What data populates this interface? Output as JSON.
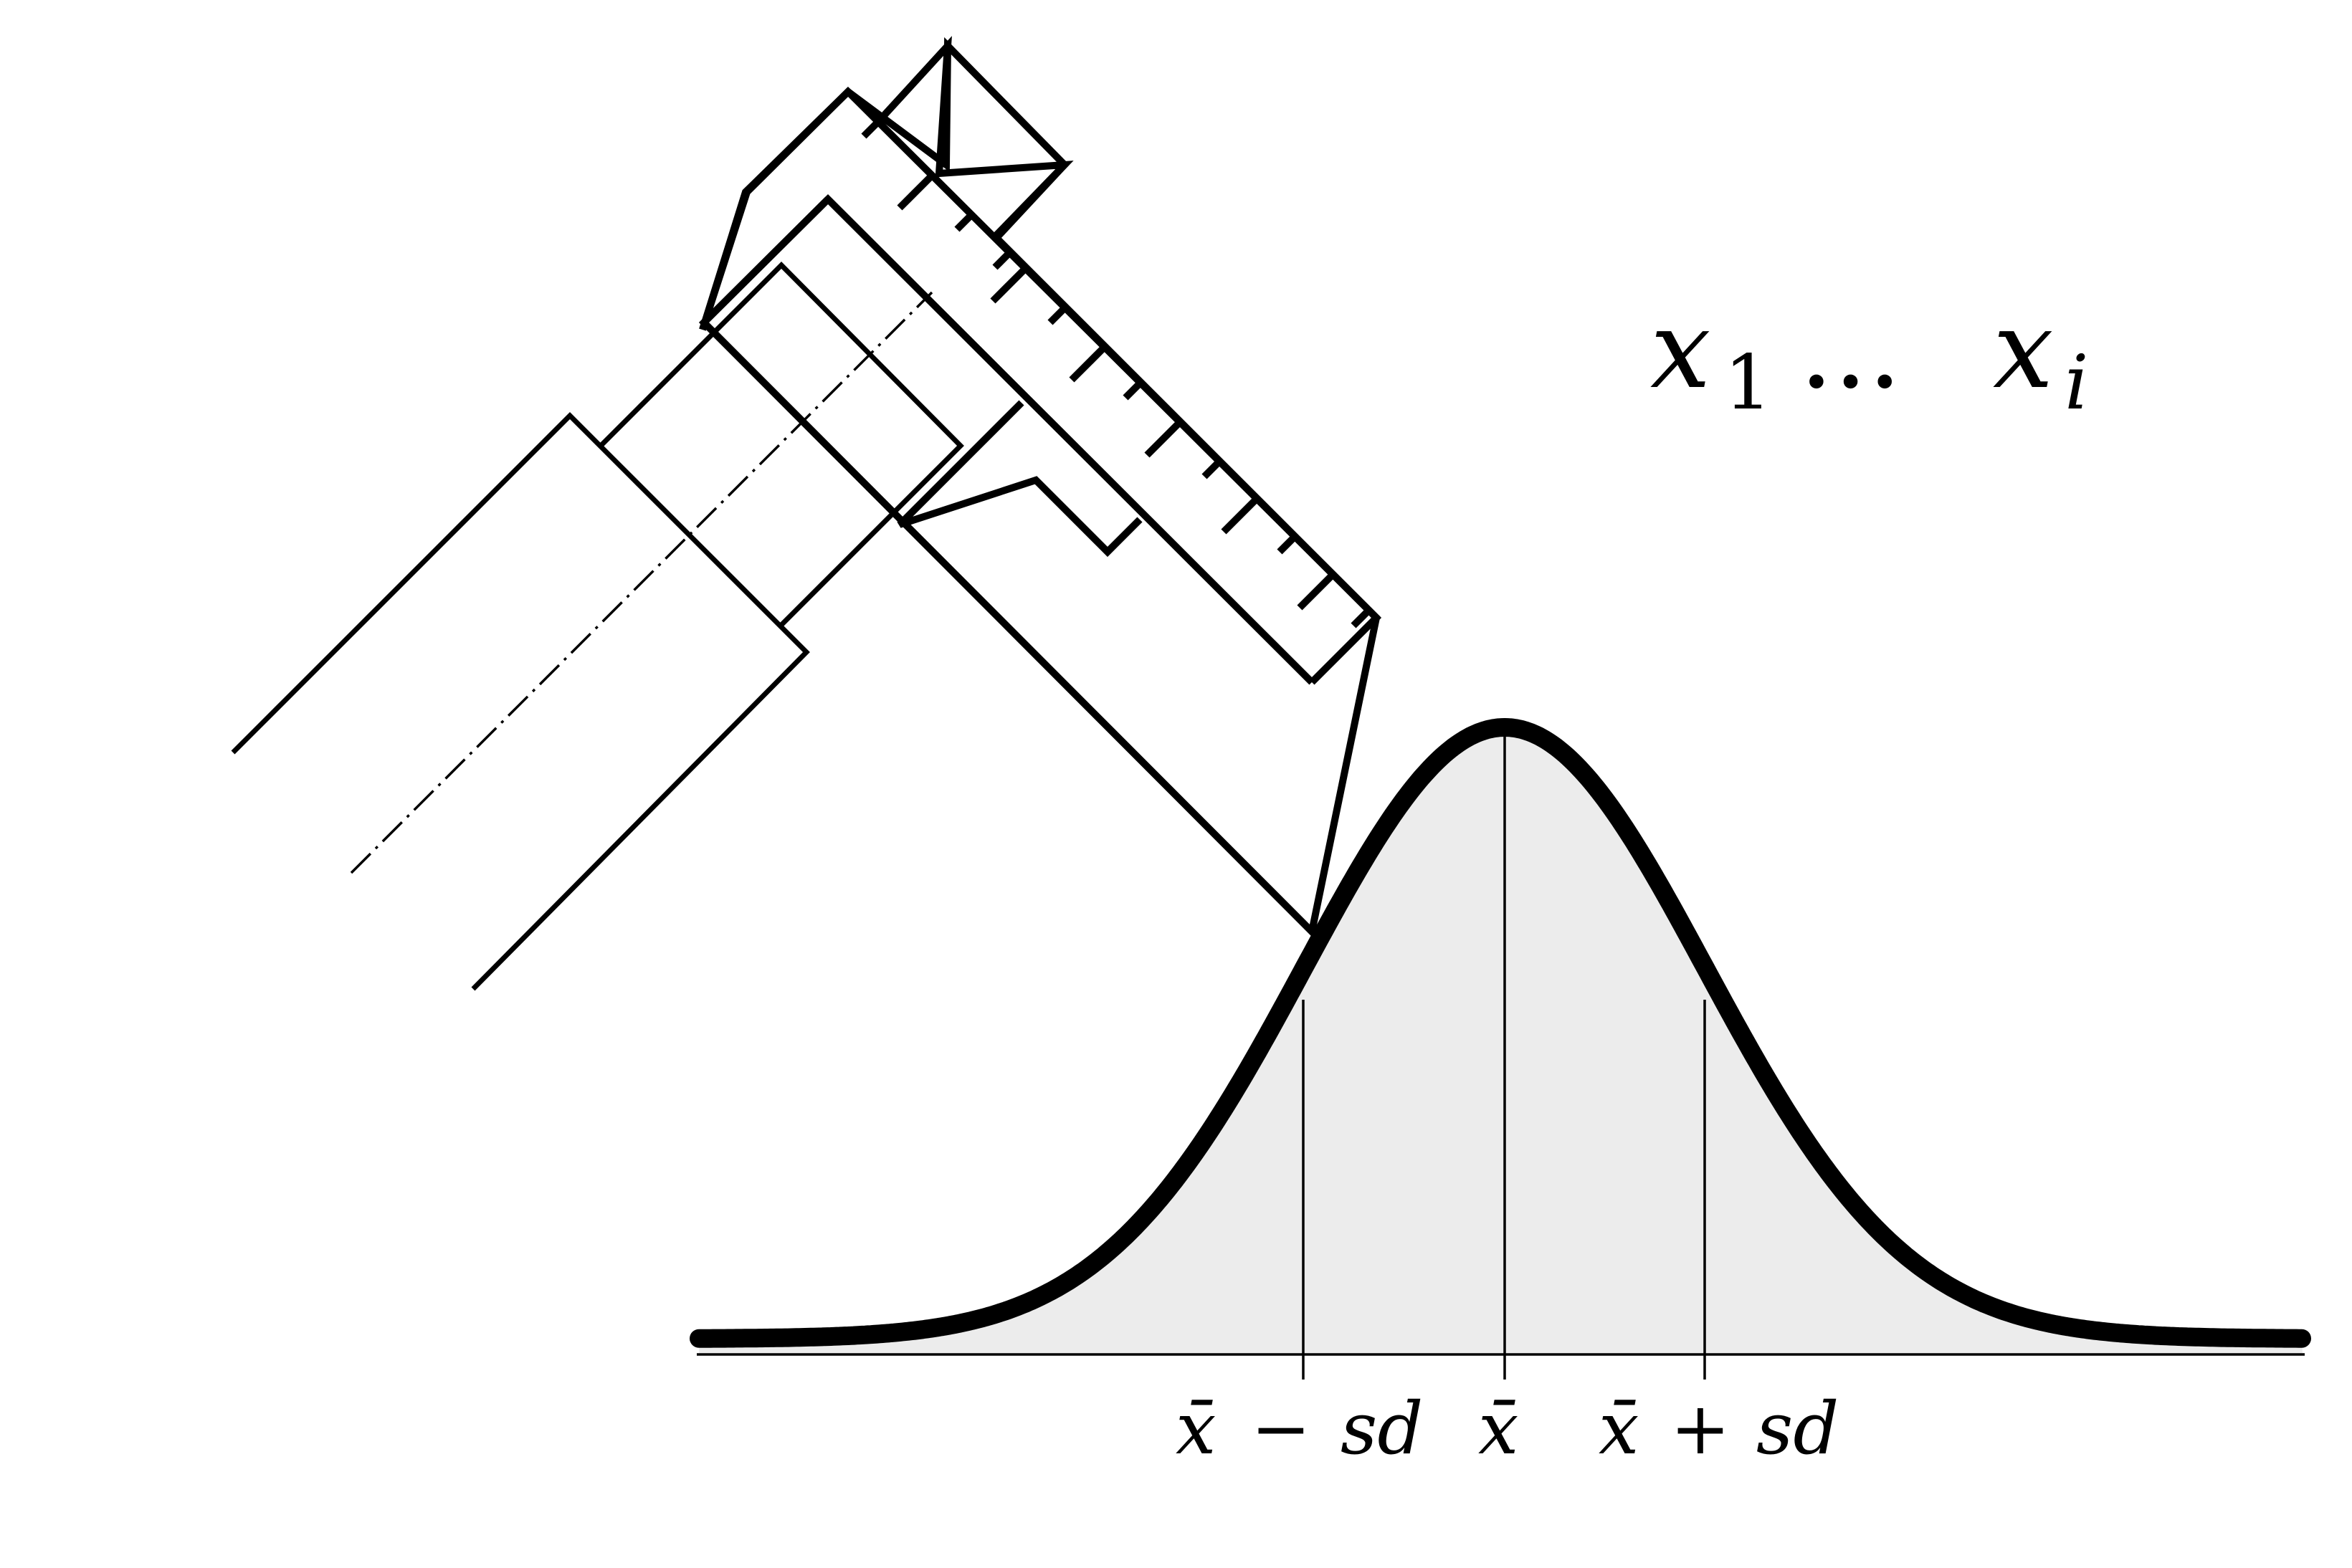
{
  "figure": {
    "sample_label": {
      "var": "x",
      "first_index": "1",
      "dots": "...",
      "last_index": "i"
    },
    "markers": {
      "minus": {
        "bar": "x̄",
        "op": "−",
        "tail": "sd"
      },
      "mean": {
        "bar": "x̄"
      },
      "plus": {
        "bar": "x̄",
        "op": "+",
        "tail": "sd"
      }
    }
  },
  "colors": {
    "ink": "#000000",
    "fill": "#ececec",
    "background": "#ffffff"
  }
}
